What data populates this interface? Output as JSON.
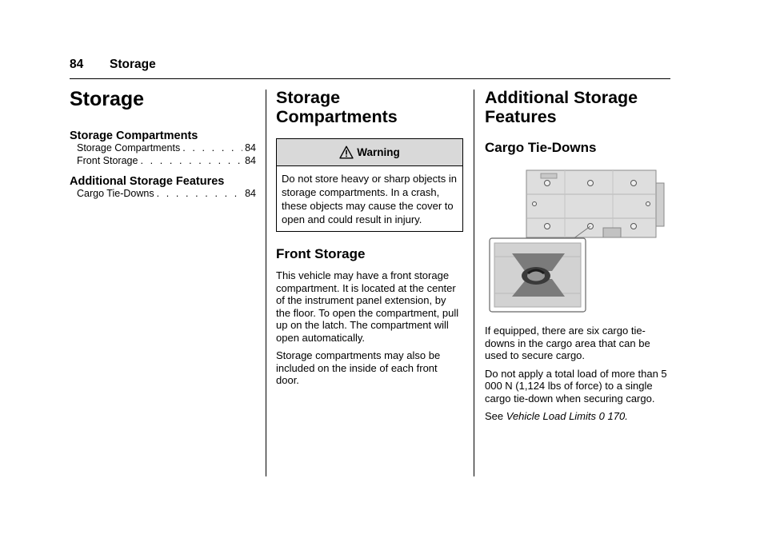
{
  "header": {
    "page_number": "84",
    "section": "Storage"
  },
  "toc": {
    "title": "Storage",
    "sections": [
      {
        "heading": "Storage Compartments",
        "entries": [
          {
            "label": "Storage Compartments",
            "page": "84"
          },
          {
            "label": "Front Storage",
            "page": "84"
          }
        ]
      },
      {
        "heading": "Additional Storage Features",
        "entries": [
          {
            "label": "Cargo Tie-Downs",
            "page": "84"
          }
        ]
      }
    ]
  },
  "col2": {
    "title_line1": "Storage",
    "title_line2": "Compartments",
    "warning": {
      "label": "Warning",
      "text": "Do not store heavy or sharp objects in storage compartments. In a crash, these objects may cause the cover to open and could result in injury."
    },
    "front_storage": {
      "heading": "Front Storage",
      "p1": "This vehicle may have a front storage compartment. It is located at the center of the instrument panel extension, by the floor. To open the compartment, pull up on the latch. The compartment will open automatically.",
      "p2": "Storage compartments may also be included on the inside of each front door."
    }
  },
  "col3": {
    "title_line1": "Additional Storage",
    "title_line2": "Features",
    "cargo": {
      "heading": "Cargo Tie-Downs",
      "p1": "If equipped, there are six cargo tie-downs in the cargo area that can be used to secure cargo.",
      "p2": "Do not apply a total load of more than 5 000 N (1,124 lbs of force) to a single cargo tie-down when securing cargo.",
      "see_prefix": "See",
      "see_link": "Vehicle Load Limits",
      "see_symbol": "0",
      "see_page": "170."
    }
  }
}
